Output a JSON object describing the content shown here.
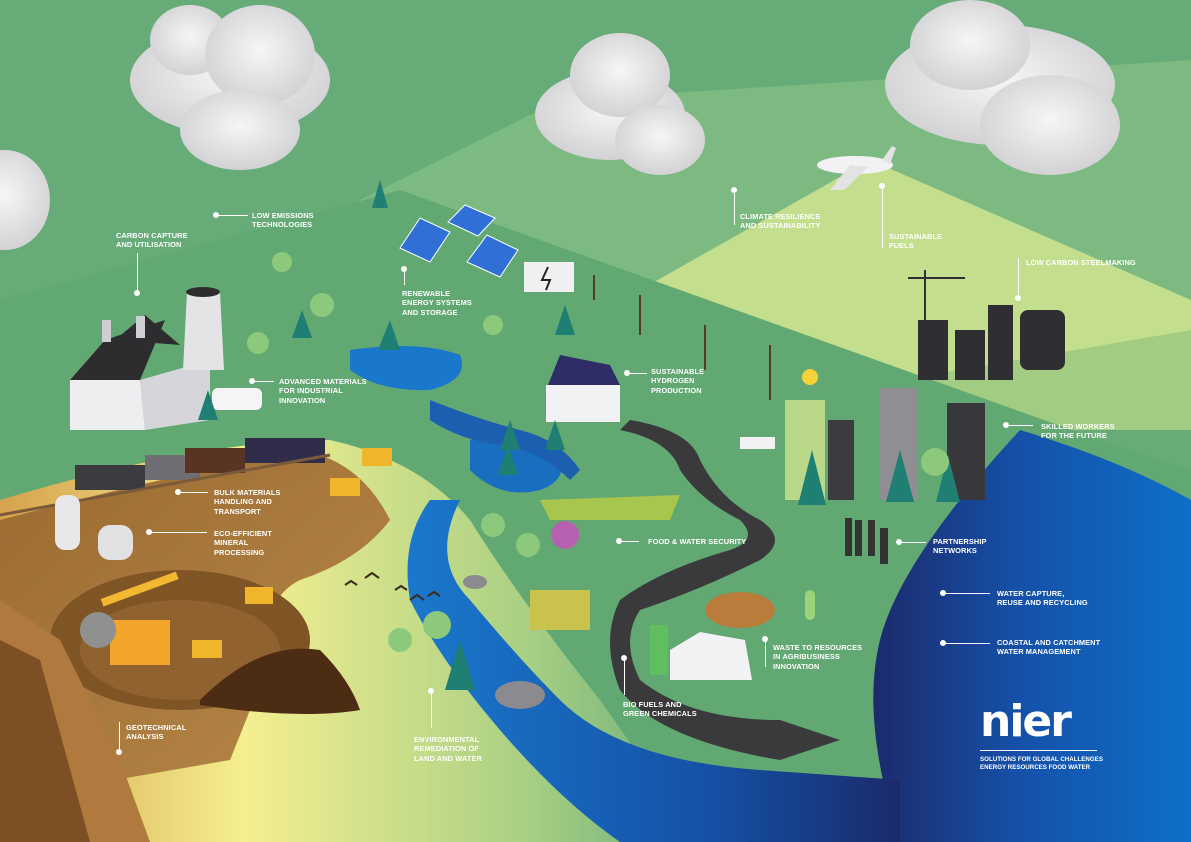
{
  "poster": {
    "colors": {
      "sky_green": "#66ab78",
      "mid_green": "#7fb97f",
      "light_green": "#b9d98a",
      "pale_hill": "#c5e08f",
      "sand": "#e8d27a",
      "pale_yellow": "#f3ef93",
      "dirt": "#a57436",
      "river_blue": "#1a6ec0",
      "ocean_blue": "#0e5db5",
      "ocean_dark": "#1d2a6c",
      "road": "#3a3a3c",
      "cloud": "#ebebed"
    },
    "labels": [
      {
        "id": "carbon-capture",
        "lines": [
          "CARBON CAPTURE",
          "AND UTILISATION"
        ]
      },
      {
        "id": "low-emissions",
        "lines": [
          "LOW EMISSIONS",
          "TECHNOLOGIES"
        ]
      },
      {
        "id": "renewable-energy",
        "lines": [
          "RENEWABLE",
          "ENERGY SYSTEMS",
          "AND STORAGE"
        ]
      },
      {
        "id": "climate-resilience",
        "lines": [
          "CLIMATE RESILIENCE",
          "AND SUSTAINABILITY"
        ]
      },
      {
        "id": "sustainable-fuels",
        "lines": [
          "SUSTAINABLE",
          "FUELS"
        ]
      },
      {
        "id": "low-carbon-steel",
        "lines": [
          "LOW CARBON STEELMAKING"
        ]
      },
      {
        "id": "advanced-materials",
        "lines": [
          "ADVANCED MATERIALS",
          "FOR INDUSTRIAL",
          "INNOVATION"
        ]
      },
      {
        "id": "hydrogen",
        "lines": [
          "SUSTAINABLE",
          "HYDROGEN",
          "PRODUCTION"
        ]
      },
      {
        "id": "skilled-workers",
        "lines": [
          "SKILLED WORKERS",
          "FOR THE FUTURE"
        ]
      },
      {
        "id": "bulk-materials",
        "lines": [
          "BULK MATERIALS",
          "HANDLING AND",
          "TRANSPORT"
        ]
      },
      {
        "id": "eco-mineral",
        "lines": [
          "ECO-EFFICIENT",
          "MINERAL",
          "PROCESSING"
        ]
      },
      {
        "id": "food-water",
        "lines": [
          "FOOD & WATER SECURITY"
        ]
      },
      {
        "id": "partnership",
        "lines": [
          "PARTNERSHIP",
          "NETWORKS"
        ]
      },
      {
        "id": "water-capture",
        "lines": [
          "WATER CAPTURE,",
          "REUSE AND RECYCLING"
        ]
      },
      {
        "id": "coastal",
        "lines": [
          "COASTAL AND CATCHMENT",
          "WATER MANAGEMENT"
        ]
      },
      {
        "id": "waste-resources",
        "lines": [
          "WASTE TO RESOURCES",
          "IN AGRIBUSINESS",
          "INNOVATION"
        ]
      },
      {
        "id": "bio-fuels",
        "lines": [
          "BIO FUELS AND",
          "GREEN CHEMICALS"
        ]
      },
      {
        "id": "geotechnical",
        "lines": [
          "GEOTECHNICAL",
          "ANALYSIS"
        ]
      },
      {
        "id": "environmental",
        "lines": [
          "ENVIRONMENTAL",
          "REMEDIATION OF",
          "LAND AND WATER"
        ]
      }
    ],
    "logo": {
      "wordmark": "nier",
      "tagline_1": "SOLUTIONS FOR GLOBAL CHALLENGES",
      "tagline_2": "ENERGY RESOURCES FOOD WATER"
    },
    "icons": [
      "cloud-icon",
      "airplane-icon",
      "solar-panel-icon",
      "battery-storage-icon",
      "power-pole-icon",
      "factory-icon",
      "cooling-tower-icon",
      "van-icon",
      "train-icon",
      "silo-icon",
      "mining-excavator-icon",
      "dump-truck-icon",
      "house-icon",
      "lightbulb-icon",
      "city-buildings-icon",
      "steel-plant-icon",
      "crane-icon",
      "vineyard-icon",
      "corn-icon",
      "fuel-pump-icon",
      "electric-car-icon",
      "waste-pile-icon",
      "test-tube-icon",
      "people-silhouette-icon",
      "tree-icon",
      "bird-icon",
      "rock-icon",
      "truck-icon"
    ]
  }
}
